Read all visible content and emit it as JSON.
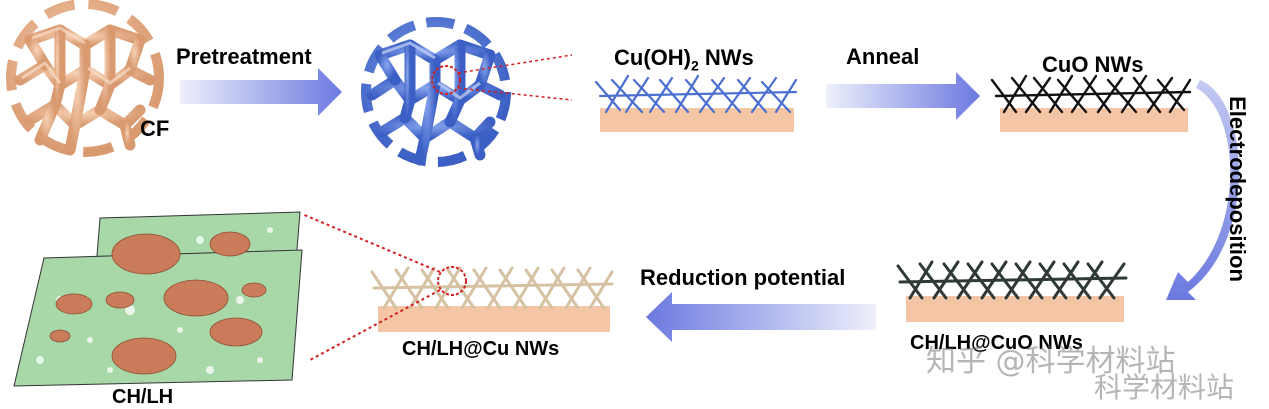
{
  "steps": {
    "pretreatment": "Pretreatment",
    "anneal": "Anneal",
    "electrodeposition": "Electrodeposition",
    "reduction_potential": "Reduction potential"
  },
  "materials": {
    "cf": "CF",
    "cuoh2_prefix": "Cu(OH)",
    "cuoh2_sub": "2",
    "cuoh2_suffix": " NWs",
    "cuo": "CuO NWs",
    "chlh_cuo": "CH/LH@CuO NWs",
    "chlh_cu": "CH/LH@Cu NWs",
    "chlh": "CH/LH"
  },
  "watermark": {
    "line1": "知乎 @科学材料站",
    "line2": "科学材料站"
  },
  "colors": {
    "foam": "#e8b48e",
    "blue_foam": "#5b7fd6",
    "substrate": "#f5c6a5",
    "wire_blue": "#4a6fd0",
    "wire_black": "#111111",
    "wire_dark": "#2e3a33",
    "wire_tan": "#d6c2a2",
    "green_sheet": "#a8d8a8",
    "copper_patch": "#c97b5a",
    "arrow_light": "#e9ecfa",
    "arrow_dark": "#6b79e0",
    "zoom_red": "#d42020"
  }
}
